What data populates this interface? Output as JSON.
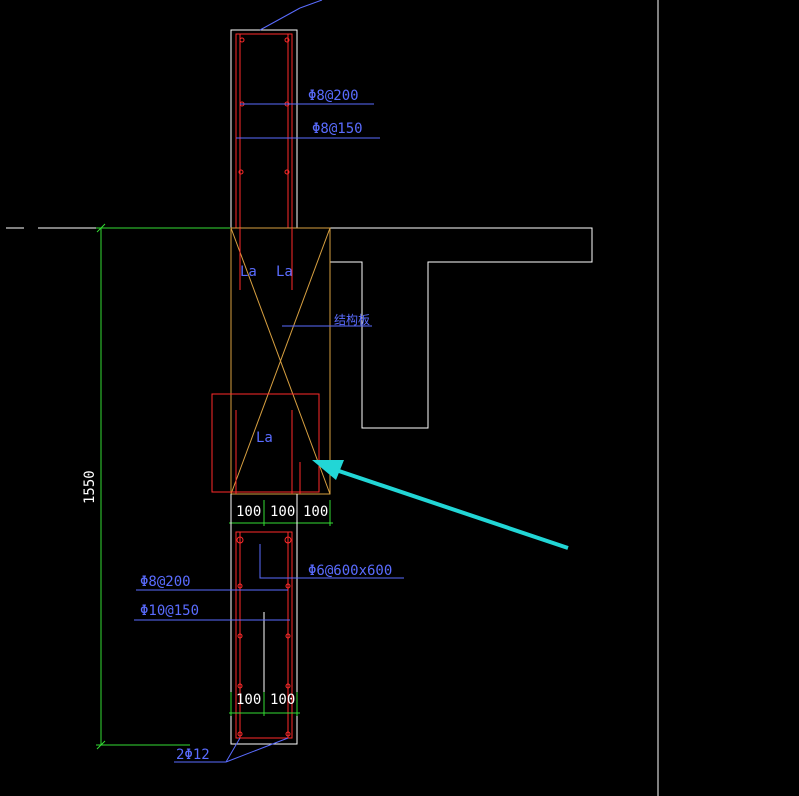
{
  "colors": {
    "background": "#000000",
    "outline": "#ffffff",
    "rebar": "#ff2a2a",
    "annotation": "#5a6cff",
    "dimension": "#33dd33",
    "hatch": "#d8a040",
    "arrow": "#22d6d6"
  },
  "upper_column": {
    "stirrup_label": "Φ8@200",
    "bar_label": "Φ8@150"
  },
  "anchorage": {
    "la_left": "La",
    "la_right": "La",
    "la_lower": "La",
    "note": "结构板"
  },
  "dimensions": {
    "vertical": "1550",
    "upper_spacing": [
      "100",
      "100",
      "100"
    ],
    "lower_spacing": [
      "100",
      "100"
    ]
  },
  "lower_column": {
    "stirrup_label": "Φ6@600x600",
    "label_a": "Φ8@200",
    "label_b": "Φ10@150",
    "bottom_bars": "2Φ12"
  }
}
